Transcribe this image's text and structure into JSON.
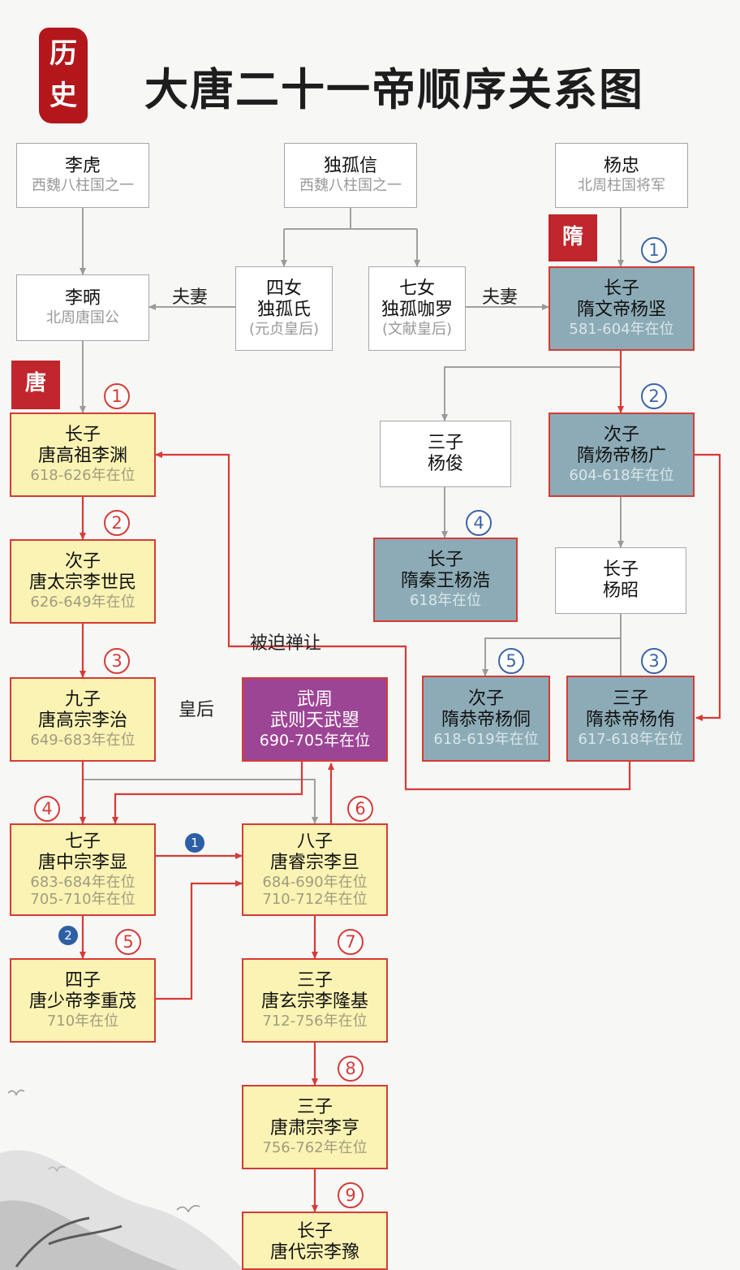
{
  "title": "大唐二十一帝顺序关系图",
  "seal": [
    "历",
    "史"
  ],
  "tags": {
    "sui": "隋",
    "tang": "唐"
  },
  "colors": {
    "accent_red": "#d63b35",
    "sui_fill": "#8cabb6",
    "tang_fill": "#fbf3b3",
    "wu_fill": "#9d4595",
    "gray_line": "#a7a7a7"
  },
  "boxes": {
    "lihu": {
      "l1": "李虎",
      "l2": "西魏八柱国之一"
    },
    "duguxin": {
      "l1": "独孤信",
      "l2": "西魏八柱国之一"
    },
    "yangzhong": {
      "l1": "杨忠",
      "l2": "北周柱国将军"
    },
    "libing": {
      "l1": "李昞",
      "l2": "北周唐国公"
    },
    "sinv": {
      "l1": "四女",
      "l2": "独孤氏",
      "l3": "(元贞皇后)"
    },
    "qinv": {
      "l1": "七女",
      "l2": "独孤咖罗",
      "l3": "(文献皇后)"
    },
    "yangjian": {
      "l1": "长子",
      "l2": "隋文帝杨坚",
      "l3": "581-604年在位"
    },
    "sanzi_yangjun": {
      "l1": "三子",
      "l2": "杨俊"
    },
    "yangguang": {
      "l1": "次子",
      "l2": "隋炀帝杨广",
      "l3": "604-618年在位"
    },
    "yanghao": {
      "l1": "长子",
      "l2": "隋秦王杨浩",
      "l3": "618年在位"
    },
    "yangzhao": {
      "l1": "长子",
      "l2": "杨昭"
    },
    "yangtong": {
      "l1": "次子",
      "l2": "隋恭帝杨侗",
      "l3": "618-619年在位"
    },
    "yangyou": {
      "l1": "三子",
      "l2": "隋恭帝杨侑",
      "l3": "617-618年在位"
    },
    "liyuan": {
      "l1": "长子",
      "l2": "唐高祖李渊",
      "l3": "618-626年在位"
    },
    "lishimin": {
      "l1": "次子",
      "l2": "唐太宗李世民",
      "l3": "626-649年在位"
    },
    "lizhi": {
      "l1": "九子",
      "l2": "唐高宗李治",
      "l3": "649-683年在位"
    },
    "wuzetian": {
      "l1": "武周",
      "l2": "武则天武曌",
      "l3": "690-705年在位"
    },
    "lixian": {
      "l1": "七子",
      "l2": "唐中宗李显",
      "l3": "683-684年在位",
      "l4": "705-710年在位"
    },
    "lidan": {
      "l1": "八子",
      "l2": "唐睿宗李旦",
      "l3": "684-690年在位",
      "l4": "710-712年在位"
    },
    "lichongmao": {
      "l1": "四子",
      "l2": "唐少帝李重茂",
      "l3": "710年在位"
    },
    "lilongji": {
      "l1": "三子",
      "l2": "唐玄宗李隆基",
      "l3": "712-756年在位"
    },
    "liheng": {
      "l1": "三子",
      "l2": "唐肃宗李亨",
      "l3": "756-762年在位"
    },
    "liyu": {
      "l1": "长子",
      "l2": "唐代宗李豫"
    }
  },
  "relations": {
    "fuqi_left": "夫妻",
    "fuqi_right": "夫妻",
    "huanghou": "皇后",
    "beipo": "被迫禅让"
  },
  "badges": {
    "sui1": "1",
    "sui2": "2",
    "sui3": "3",
    "sui4": "4",
    "sui5": "5",
    "tang1": "1",
    "tang2": "2",
    "tang3": "3",
    "tang4": "4",
    "tang5": "5",
    "tang6": "6",
    "tang7": "7",
    "tang8": "8",
    "tang9": "9",
    "solid1": "1",
    "solid2": "2"
  }
}
